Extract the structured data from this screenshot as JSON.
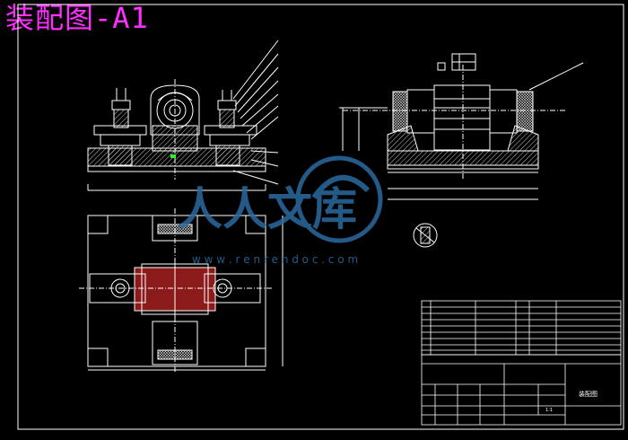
{
  "drawing": {
    "title": "装配图-A1",
    "title_block_name": "装配图",
    "title_block_code": "1:1"
  },
  "watermark": {
    "cn_text": "人人文库",
    "url_text": "w w w . r e n r e n d o c . c o m"
  },
  "colors": {
    "background": "#000000",
    "line": "#ffffff",
    "title": "#ff30ff",
    "watermark": "#2a6aa0",
    "part_fill": "#8b1a1a",
    "hatch": "#c8c8c8"
  }
}
